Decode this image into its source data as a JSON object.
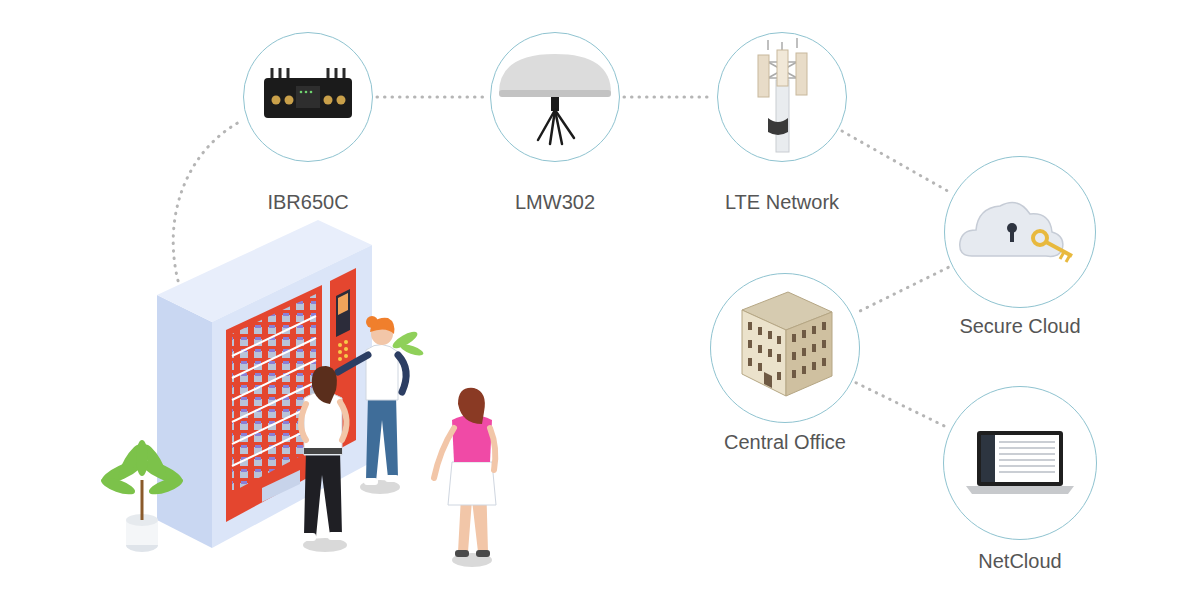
{
  "diagram": {
    "nodes": [
      {
        "text": [
          "IBR650C"
        ]
      },
      {
        "text": [
          "LMW302"
        ]
      },
      {
        "text": [
          "LTE Network"
        ]
      },
      {
        "text": [
          "Secure Cloud"
        ]
      },
      {
        "text": [
          "Central Office"
        ]
      },
      {
        "text": [
          "NetCloud"
        ]
      }
    ],
    "edges": [
      {
        "from": 0,
        "to": 1,
        "arrow": "none"
      },
      {
        "from": 1,
        "to": 2,
        "arrow": "none"
      },
      {
        "from": 2,
        "to": 3,
        "arrow": "none"
      },
      {
        "from": 3,
        "to": 4,
        "arrow": "none"
      },
      {
        "from": 4,
        "to": 5,
        "arrow": "none"
      }
    ]
  }
}
